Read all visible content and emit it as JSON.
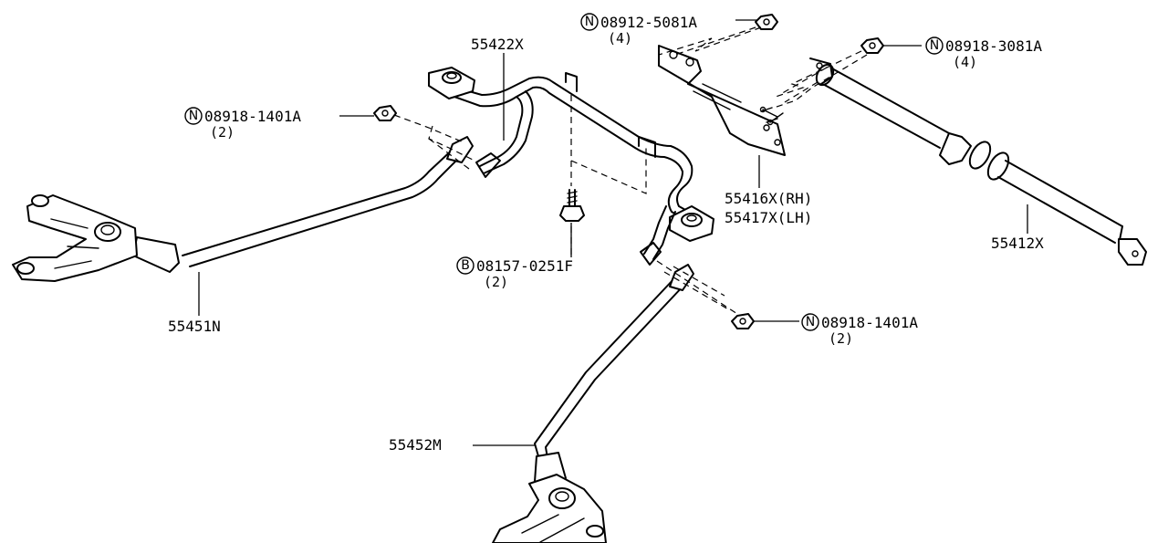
{
  "parts": {
    "p55422x": "55422X",
    "p55416x": "55416X(RH)",
    "p55417x": "55417X(LH)",
    "p55412x": "55412X",
    "p55451n": "55451N",
    "p55452m": "55452M"
  },
  "fasteners": {
    "f1": {
      "marker": "N",
      "code": "08912-5081A",
      "qty": "(4)"
    },
    "f2": {
      "marker": "N",
      "code": "08918-3081A",
      "qty": "(4)"
    },
    "f3": {
      "marker": "N",
      "code": "08918-1401A",
      "qty": "(2)"
    },
    "f4": {
      "marker": "B",
      "code": "08157-0251F",
      "qty": "(2)"
    },
    "f5": {
      "marker": "N",
      "code": "08918-1401A",
      "qty": "(2)"
    }
  }
}
